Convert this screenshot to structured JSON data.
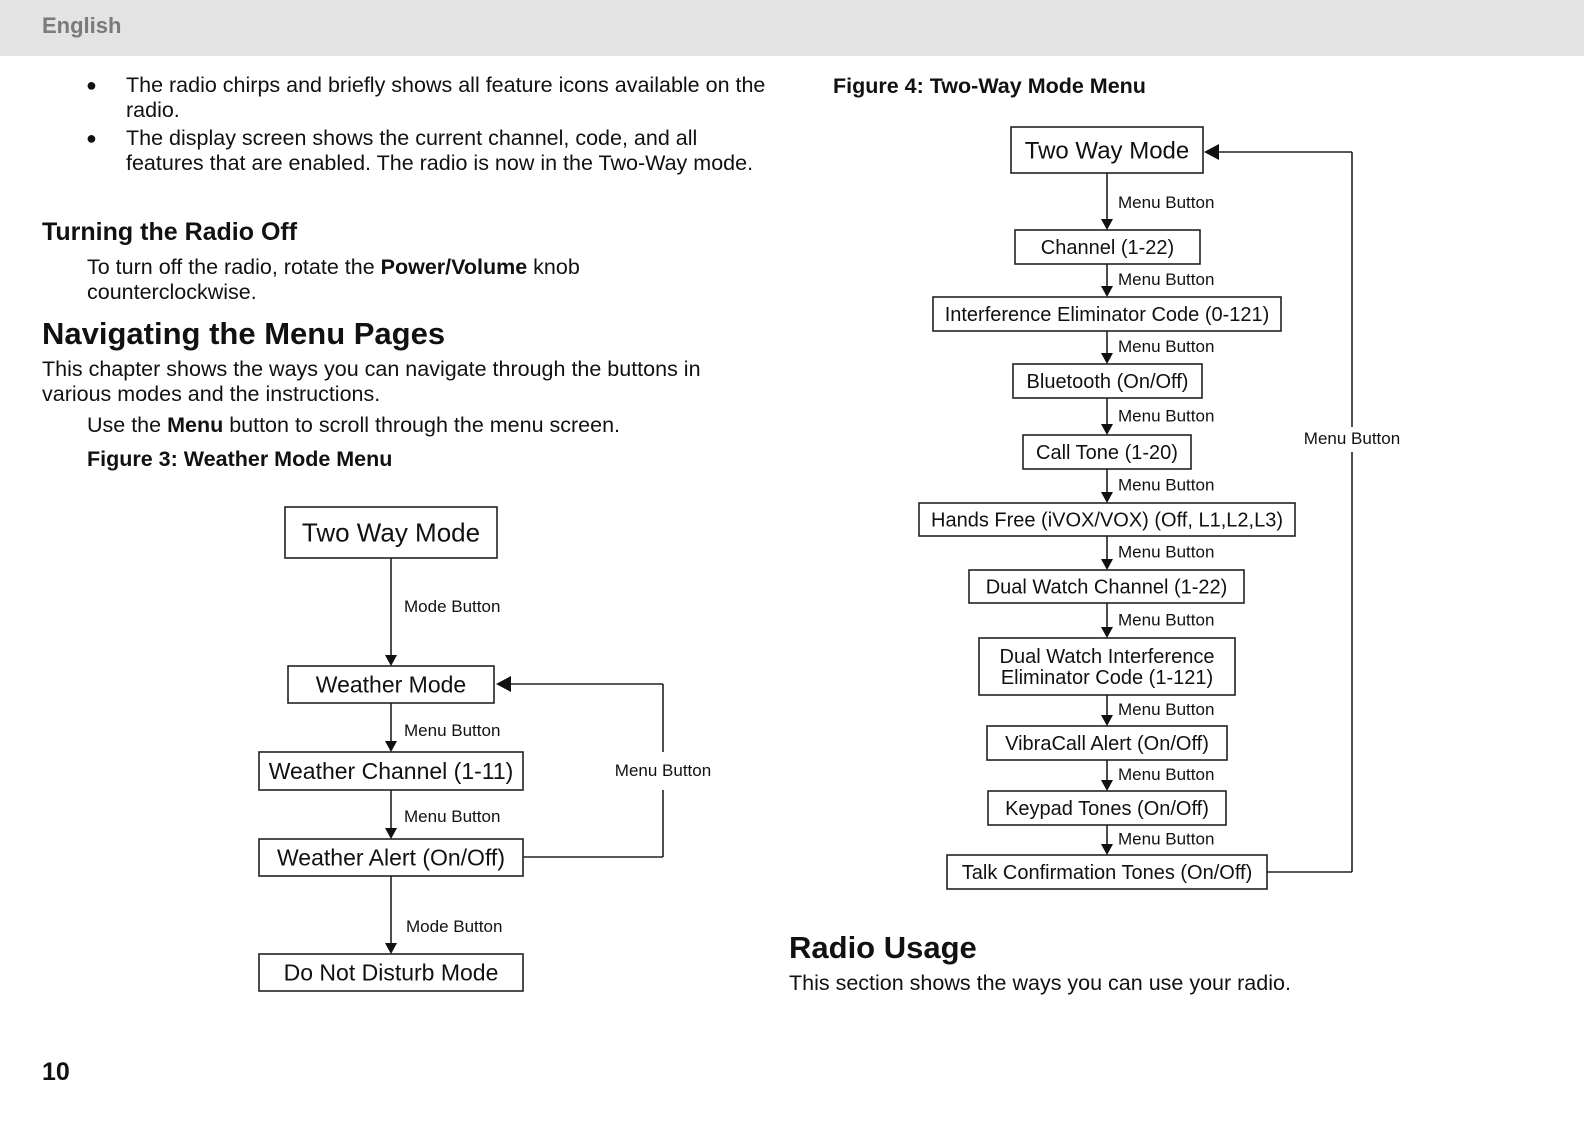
{
  "header": {
    "label": "English"
  },
  "bullets": [
    {
      "text": "The radio chirps and briefly shows all feature icons available on the radio."
    },
    {
      "text": "The display screen shows the current channel, code, and all features that are enabled. The radio is now in the Two-Way mode."
    }
  ],
  "turning_off": {
    "heading": "Turning the Radio Off",
    "text_before": "To turn off the radio, rotate the ",
    "bold": "Power/Volume",
    "text_after": " knob counterclockwise."
  },
  "navigating": {
    "heading": "Navigating the Menu Pages",
    "intro": "This chapter shows the ways you can navigate through the buttons in various modes and the instructions.",
    "menu_before": "Use the ",
    "menu_bold": "Menu",
    "menu_after": " button to scroll through the menu screen."
  },
  "figure3": {
    "caption": "Figure 3: Weather Mode Menu",
    "nodes": [
      {
        "id": "two_way",
        "label": "Two Way Mode"
      },
      {
        "id": "weather_mode",
        "label": "Weather Mode"
      },
      {
        "id": "weather_channel",
        "label": "Weather Channel (1-11)"
      },
      {
        "id": "weather_alert",
        "label": "Weather Alert (On/Off)"
      },
      {
        "id": "dnd",
        "label": "Do Not Disturb Mode"
      }
    ],
    "edges": [
      {
        "from": "two_way",
        "to": "weather_mode",
        "label": "Mode Button"
      },
      {
        "from": "weather_mode",
        "to": "weather_channel",
        "label": "Menu Button"
      },
      {
        "from": "weather_channel",
        "to": "weather_alert",
        "label": "Menu Button"
      },
      {
        "from": "weather_alert",
        "to": "dnd",
        "label": "Mode Button"
      },
      {
        "from": "weather_alert",
        "to": "weather_mode",
        "label": "Menu Button"
      }
    ]
  },
  "figure4": {
    "caption": "Figure 4: Two-Way Mode Menu",
    "nodes": [
      {
        "id": "two_way",
        "label": "Two Way Mode"
      },
      {
        "id": "channel",
        "label": "Channel (1-22)"
      },
      {
        "id": "iec",
        "label": "Interference Eliminator Code (0-121)"
      },
      {
        "id": "bluetooth",
        "label": "Bluetooth (On/Off)"
      },
      {
        "id": "call_tone",
        "label": "Call Tone (1-20)"
      },
      {
        "id": "hands_free",
        "label": "Hands Free (iVOX/VOX) (Off, L1,L2,L3)"
      },
      {
        "id": "dual_watch",
        "label": "Dual Watch Channel (1-22)"
      },
      {
        "id": "dw_iec",
        "label": "Dual Watch Interference Eliminator Code (1-121)",
        "lines": [
          "Dual Watch Interference",
          "Eliminator Code (1-121)"
        ]
      },
      {
        "id": "vibracall",
        "label": "VibraCall Alert (On/Off)"
      },
      {
        "id": "keypad",
        "label": "Keypad Tones (On/Off)"
      },
      {
        "id": "talk_confirm",
        "label": "Talk Confirmation Tones (On/Off)"
      }
    ],
    "edge_label": "Menu Button",
    "loop_label": "Menu Button"
  },
  "radio_usage": {
    "heading": "Radio Usage",
    "text": "This section shows the ways you can use your radio."
  },
  "page_number": "10"
}
